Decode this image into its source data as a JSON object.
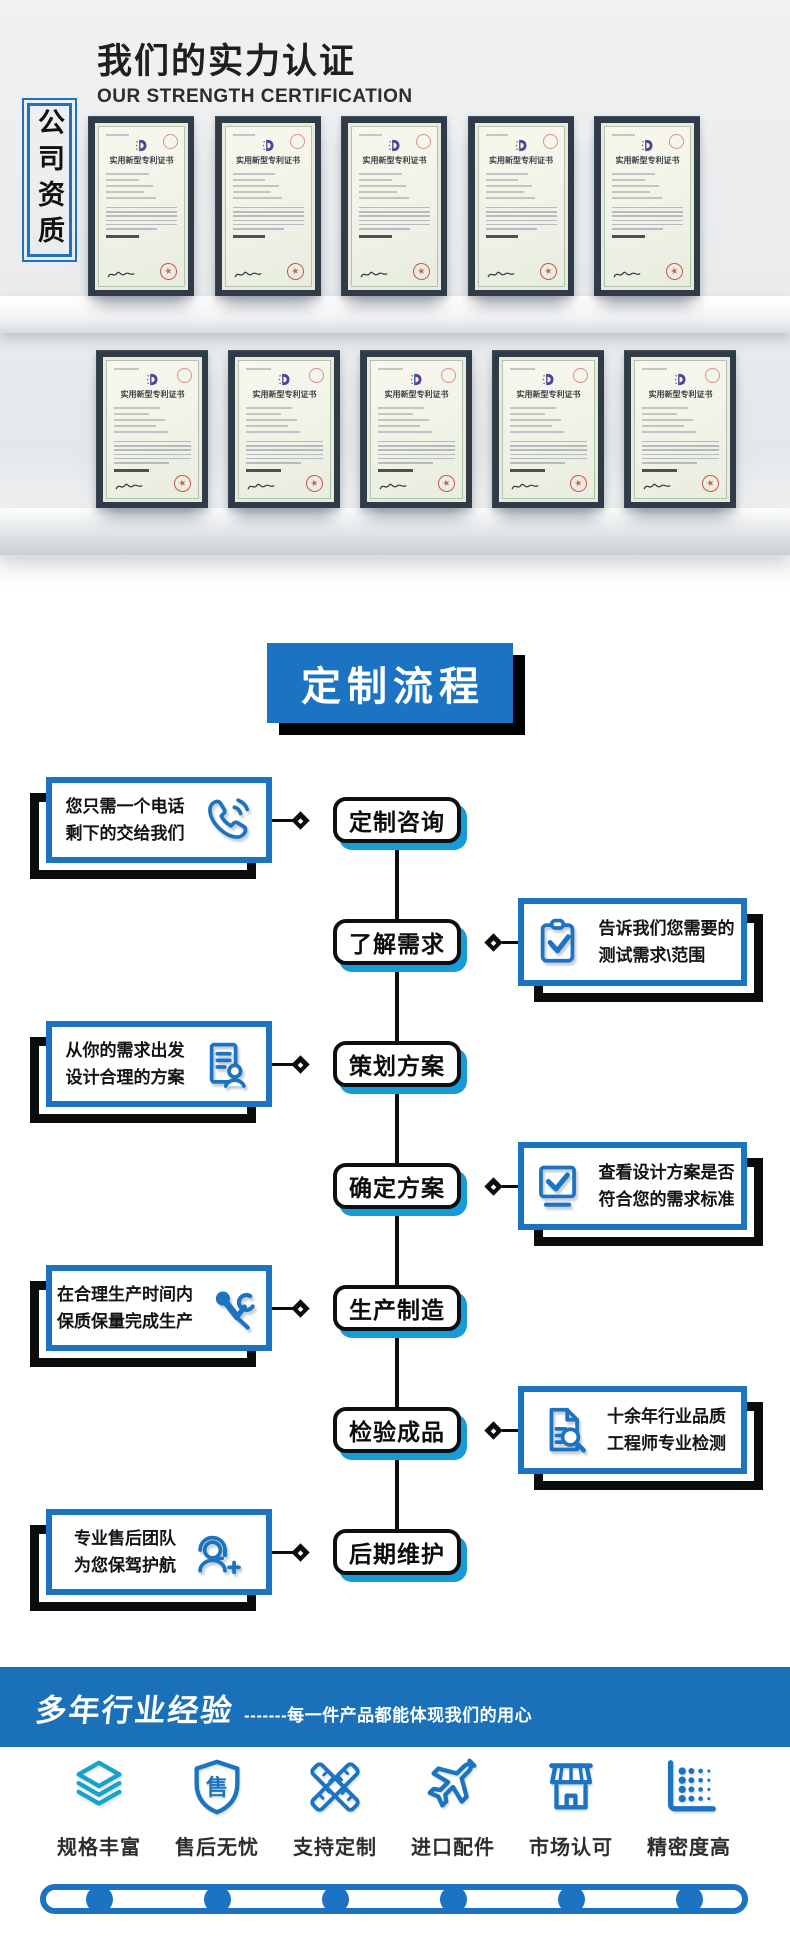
{
  "colors": {
    "accent": "#1c73c2",
    "node_shadow_blue": "#189ad8",
    "bar_blue": "#1b70ba",
    "teal": "#17a3c8",
    "shadow_black": "#0c0c0c"
  },
  "header": {
    "title": "我们的实力认证",
    "subtitle": "OUR STRENGTH CERTIFICATION",
    "side_label": "公司资质"
  },
  "certificates": {
    "title": "实用新型专利证书",
    "rows": [
      5,
      5
    ]
  },
  "process": {
    "banner": "定制流程",
    "steps": [
      {
        "label": "定制咨询",
        "side": "left",
        "icon": "phone-icon",
        "note_lines": [
          "您只需一个电话",
          "剩下的交给我们"
        ]
      },
      {
        "label": "了解需求",
        "side": "right",
        "icon": "clipboard-check-icon",
        "note_lines": [
          "告诉我们您需要的",
          "测试需求\\范围"
        ]
      },
      {
        "label": "策划方案",
        "side": "left",
        "icon": "document-user-icon",
        "note_lines": [
          "从你的需求出发",
          "设计合理的方案"
        ]
      },
      {
        "label": "确定方案",
        "side": "right",
        "icon": "monitor-check-icon",
        "note_lines": [
          "查看设计方案是否",
          "符合您的需求标准"
        ]
      },
      {
        "label": "生产制造",
        "side": "left",
        "icon": "robot-arm-icon",
        "note_lines": [
          "在合理生产时间内",
          "保质保量完成生产"
        ]
      },
      {
        "label": "检验成品",
        "side": "right",
        "icon": "document-search-icon",
        "note_lines": [
          "十余年行业品质",
          "工程师专业检测"
        ]
      },
      {
        "label": "后期维护",
        "side": "left",
        "icon": "headset-user-icon",
        "note_lines": [
          "专业售后团队",
          "为您保驾护航"
        ]
      }
    ]
  },
  "experience": {
    "title": "多年行业经验",
    "subtitle": "-------每一件产品都能体现我们的用心"
  },
  "features": [
    {
      "label": "规格丰富",
      "icon": "layers-icon",
      "color": "#17a3c8"
    },
    {
      "label": "售后无忧",
      "icon": "shield-icon",
      "color": "#1c73c2",
      "shield_char": "售"
    },
    {
      "label": "支持定制",
      "icon": "rulers-icon",
      "color": "#1c73c2"
    },
    {
      "label": "进口配件",
      "icon": "plane-icon",
      "color": "#1c73c2"
    },
    {
      "label": "市场认可",
      "icon": "store-icon",
      "color": "#1c73c2"
    },
    {
      "label": "精密度高",
      "icon": "precision-chart-icon",
      "color": "#1c73c2"
    }
  ]
}
